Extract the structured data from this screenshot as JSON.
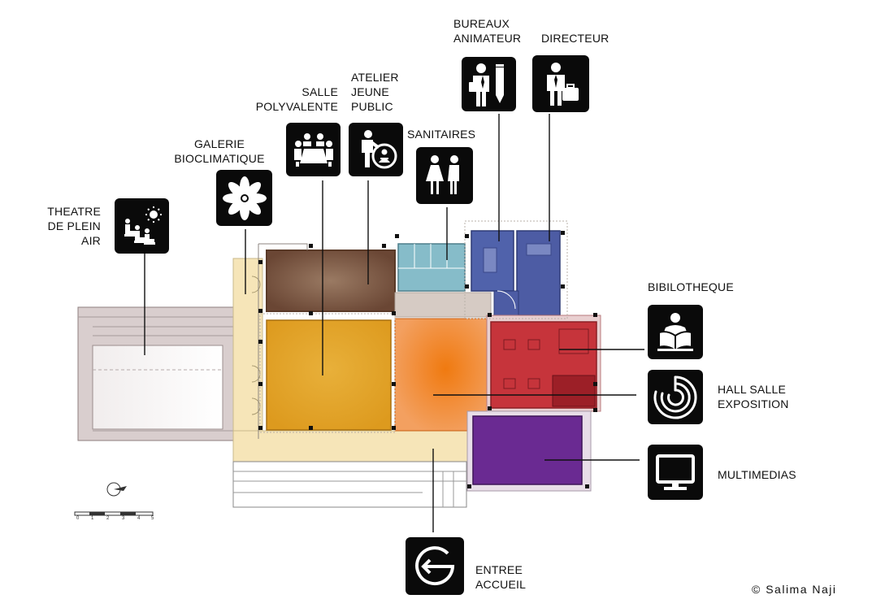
{
  "labels": {
    "theatre": [
      "THEATRE",
      "DE PLEIN",
      "AIR"
    ],
    "galerie": [
      "GALERIE",
      "BIOCLIMATIQUE"
    ],
    "salle": [
      "SALLE",
      "POLYVALENTE"
    ],
    "atelier": [
      "ATELIER",
      "JEUNE",
      "PUBLIC"
    ],
    "sanitaires": [
      "SANITAIRES"
    ],
    "bureaux": [
      "BUREAUX",
      "ANIMATEUR"
    ],
    "directeur": [
      "DIRECTEUR"
    ],
    "bibliotheque": [
      "BIBILOTHEQUE"
    ],
    "hall": [
      "HALL SALLE",
      "EXPOSITION"
    ],
    "multimedias": [
      "MULTIMEDIAS"
    ],
    "entree": [
      "ENTREE",
      "ACCUEIL"
    ]
  },
  "copyright": "© Salima Naji",
  "scale_ticks": [
    "0",
    "1",
    "2",
    "3",
    "4",
    "5"
  ],
  "colors": {
    "salle_polyvalente": "#e3a52a",
    "hall_exposition": "#ea7a1e",
    "bibliotheque": "#c6333b",
    "multimedias": "#6a2a92",
    "atelier": "#7a5642",
    "sanitaires": "#7fb3c2",
    "bureaux": "#4d5fa8",
    "directeur": "#4a5aa0",
    "galerie": "#f5e2b5",
    "theatre": "#d9cfcf",
    "icon_bg": "#0a0a0a"
  },
  "icons": [
    "theatre-icon",
    "fan-icon",
    "meeting-icon",
    "kids-workshop-icon",
    "restroom-icon",
    "animator-office-icon",
    "director-icon",
    "reading-icon",
    "exhibition-icon",
    "monitor-icon",
    "entrance-icon"
  ]
}
